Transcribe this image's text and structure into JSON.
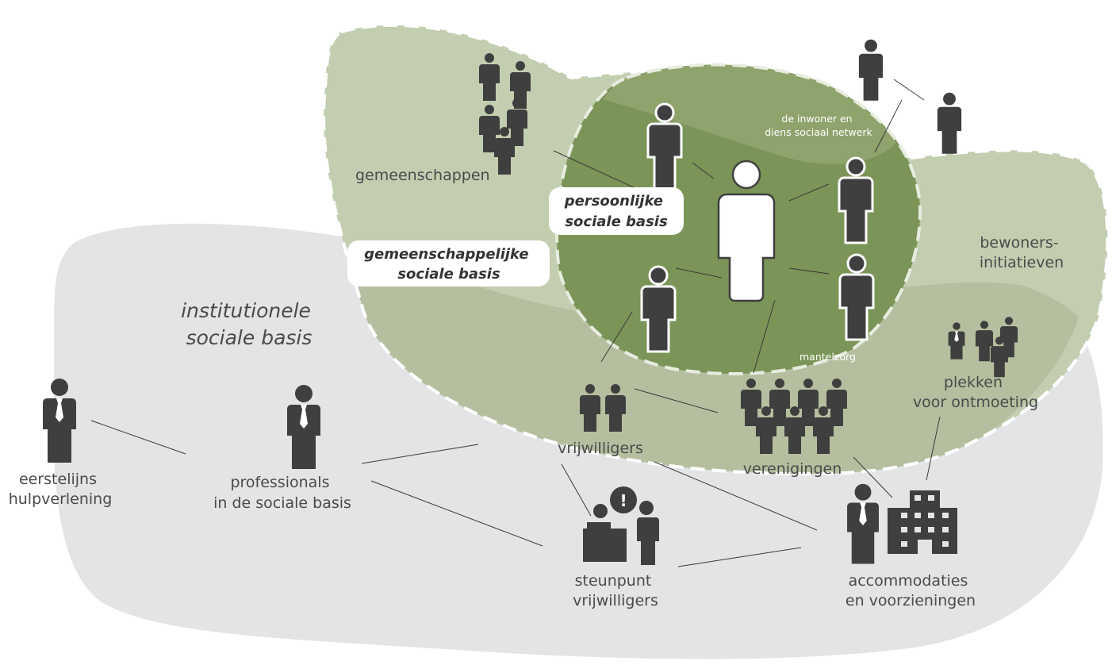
{
  "labels": {
    "institutional": [
      "institutionele",
      "sociale basis"
    ],
    "communal": [
      "gemeenschappelijke",
      "sociale basis"
    ],
    "personal": [
      "persoonlijke",
      "sociale basis"
    ],
    "inwoner": [
      "de inwoner en",
      "diens sociaal netwerk"
    ],
    "gemeenschappen": "gemeenschappen",
    "bewoners": [
      "bewoners-",
      "initiatieven"
    ],
    "mantelzorg": "mantelzorg",
    "plekken": [
      "plekken",
      "voor ontmoeting"
    ],
    "vrijwilligers": "vrijwilligers",
    "verenigingen": "verenigingen",
    "eerstelijns": [
      "eerstelijns",
      "hulpverlening"
    ],
    "professionals": [
      "professionals",
      "in de sociale basis"
    ],
    "steunpunt": [
      "steunpunt",
      "vrijwilligers"
    ],
    "accommodaties": [
      "accommodaties",
      "en voorzieningen"
    ]
  },
  "colors": {
    "institutional_area": "#e3e4e6",
    "communal_area": "#c3ceb0",
    "communal_overlap": "#b5bf9f",
    "personal_area": "#7b9457",
    "personal_top": "#8fa36c",
    "icon": "#3f3f3f",
    "center_person": "#ffffff",
    "text": "#4a4a4a"
  },
  "icons": [
    "person-icon",
    "businessman-icon",
    "group-icon",
    "building-icon",
    "help-desk-icon"
  ]
}
